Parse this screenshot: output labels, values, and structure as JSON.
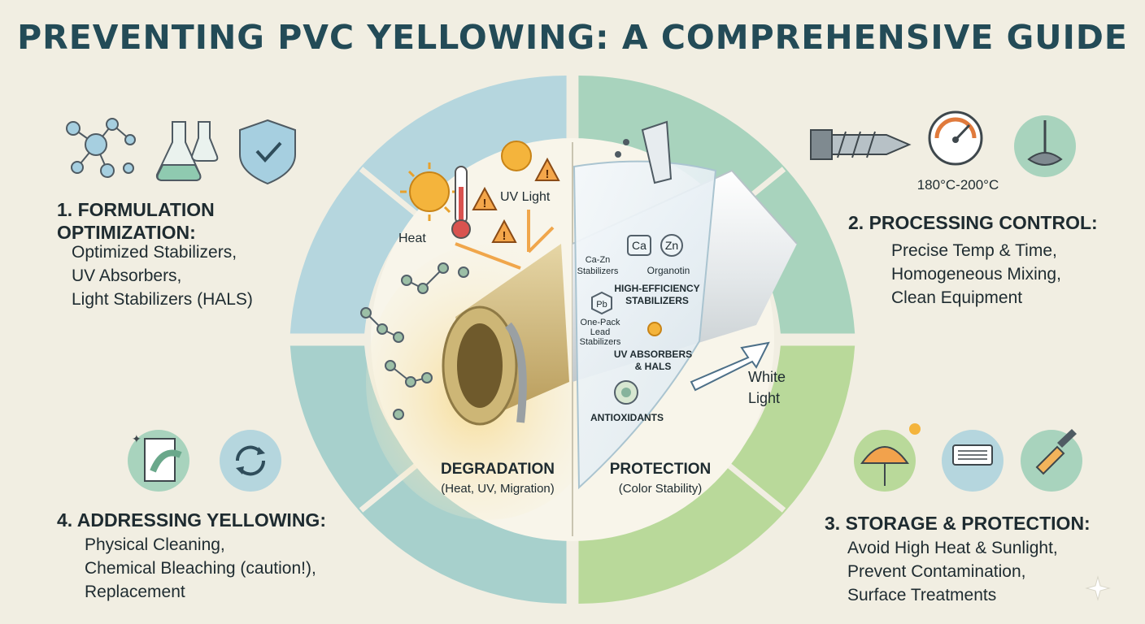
{
  "title": "PREVENTING PVC YELLOWING: A COMPREHENSIVE GUIDE",
  "sections": {
    "formulation": {
      "heading": [
        "1. FORMULATION",
        "OPTIMIZATION:"
      ],
      "items": [
        "Optimized Stabilizers,",
        "UV Absorbers,",
        "Light Stabilizers (HALS)"
      ]
    },
    "processing": {
      "heading": [
        "2. PROCESSING CONTROL:"
      ],
      "items": [
        "Precise Temp & Time,",
        "Homogeneous Mixing,",
        "Clean Equipment"
      ],
      "temperature": "180°C-200°C"
    },
    "storage": {
      "heading": [
        "3. STORAGE & PROTECTION:"
      ],
      "items": [
        "Avoid High Heat & Sunlight,",
        "Prevent Contamination,",
        "Surface Treatments"
      ]
    },
    "addressing": {
      "heading": [
        "4. ADDRESSING YELLOWING:"
      ],
      "items": [
        "Physical Cleaning,",
        "Chemical Bleaching (caution!),",
        "Replacement"
      ]
    }
  },
  "center": {
    "heat_label": "Heat",
    "uv_label": "UV Light",
    "white_light": [
      "White",
      "Light"
    ],
    "degradation_title": "DEGRADATION",
    "degradation_sub": "(Heat, UV, Migration)",
    "protection_title": "PROTECTION",
    "protection_sub": "(Color Stability)",
    "ca": "Ca",
    "zn": "Zn",
    "pb": "Pb",
    "cazn_label": [
      "Ca-Zn",
      "Stabilizers"
    ],
    "organotin_label": "Organotin",
    "high_eff_label": [
      "HIGH-EFFICIENCY",
      "STABILIZERS"
    ],
    "lead_label": [
      "One-Pack",
      "Lead",
      "Stabilizers"
    ],
    "uv_abs_label": [
      "UV ABSORBERS",
      "& HALS"
    ],
    "antioxidants_label": "ANTIOXIDANTS"
  },
  "colors": {
    "ring_blue": "#b5d6de",
    "ring_green": "#a8d3bd",
    "ring_light_green": "#b9d99a",
    "title": "#234b57",
    "degraded_pipe": "#d9c68f"
  }
}
